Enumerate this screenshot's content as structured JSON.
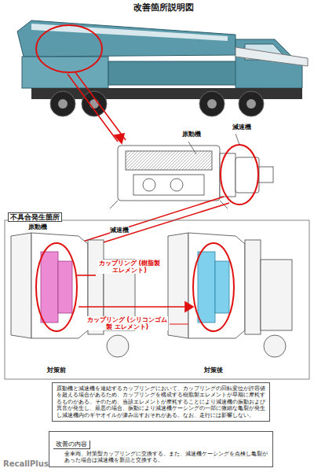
{
  "diagram": {
    "title": "改善箇所説明図",
    "nodes": [
      {
        "text": [
          "原動機と減速機を連結するカップリングにおいて、カップリングの回転変位が許容値を超える場合があるため、カップリングを構成する樹脂製エレメントが早期に摩耗するものがある。そのため、当該エレメントが摩耗することにより減速機の振動および異音が発生し、最悪の場合、振動により減速機ケーシングの一部に微細な亀裂が発生し減速機内のギヤオイルが滲み出すおそれがある。なお、走行には影響しない。"
        ]
      },
      {
        "text": [
          "改善の内容",
          "全車両、対策型カップリングに交換する。また、減速機ケーシングを点検し亀裂があった場合は減速機を新品と交換する。"
        ]
      }
    ],
    "labels": [
      "原動機",
      "減速機",
      "不具合発生箇所",
      "原動機",
      "減速機",
      "カップリング (樹脂製 エレメント)",
      "カップリング (シリコンゴム製 エレメント)",
      "対策前",
      "対策後",
      "RecallPlus"
    ]
  }
}
